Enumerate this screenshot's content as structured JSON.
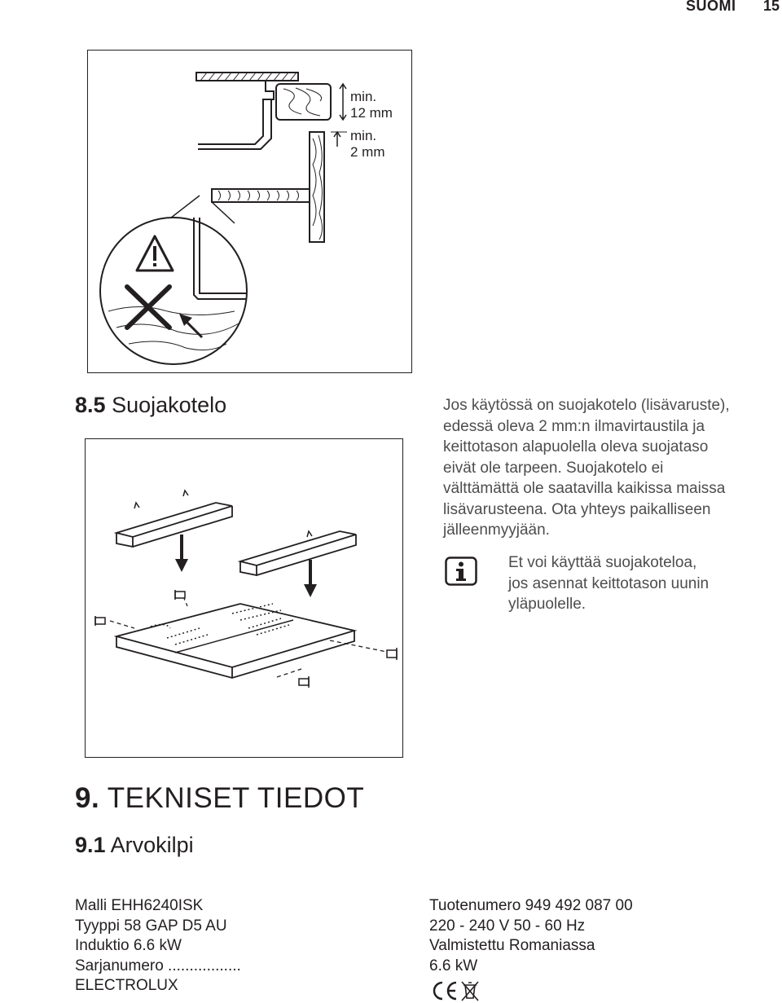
{
  "header": {
    "language": "SUOMI",
    "page_number": "15"
  },
  "figure1": {
    "dims": [
      {
        "line1": "min.",
        "line2": "12 mm"
      },
      {
        "line1": "min.",
        "line2": "2 mm"
      }
    ],
    "icons": [
      "warning-triangle-icon",
      "cross-icon",
      "arrow-icon"
    ]
  },
  "section_8_5": {
    "number": "8.5",
    "title": "Suojakotelo",
    "paragraph_lines": [
      "Jos käytössä on suojakotelo (lisävaruste),",
      "edessä oleva 2 mm:n ilmavirtaustila ja",
      "keittotason alapuolella oleva suojataso",
      "eivät ole tarpeen. Suojakotelo ei",
      "välttämättä ole saatavilla kaikissa maissa",
      "lisävarusteena. Ota yhteys paikalliseen",
      "jälleenmyyjään."
    ],
    "info_icon": "info-icon",
    "info_lines": [
      "Et voi käyttää suojakoteloa,",
      "jos asennat keittotason uunin",
      "yläpuolelle."
    ]
  },
  "section_9": {
    "number": "9.",
    "title": "TEKNISET TIEDOT"
  },
  "section_9_1": {
    "number": "9.1",
    "title": "Arvokilpi"
  },
  "rating_plate": {
    "left": [
      "Malli EHH6240ISK",
      "Tyyppi 58 GAP D5 AU",
      "Induktio 6.6 kW",
      "Sarjanumero .................",
      "ELECTROLUX"
    ],
    "right": [
      "Tuotenumero 949 492 087 00",
      "220 - 240 V 50 - 60 Hz",
      "Valmistettu Romaniassa",
      "6.6 kW"
    ],
    "marks": {
      "ce": "CE",
      "weee_icon": "weee-bin-icon"
    }
  }
}
